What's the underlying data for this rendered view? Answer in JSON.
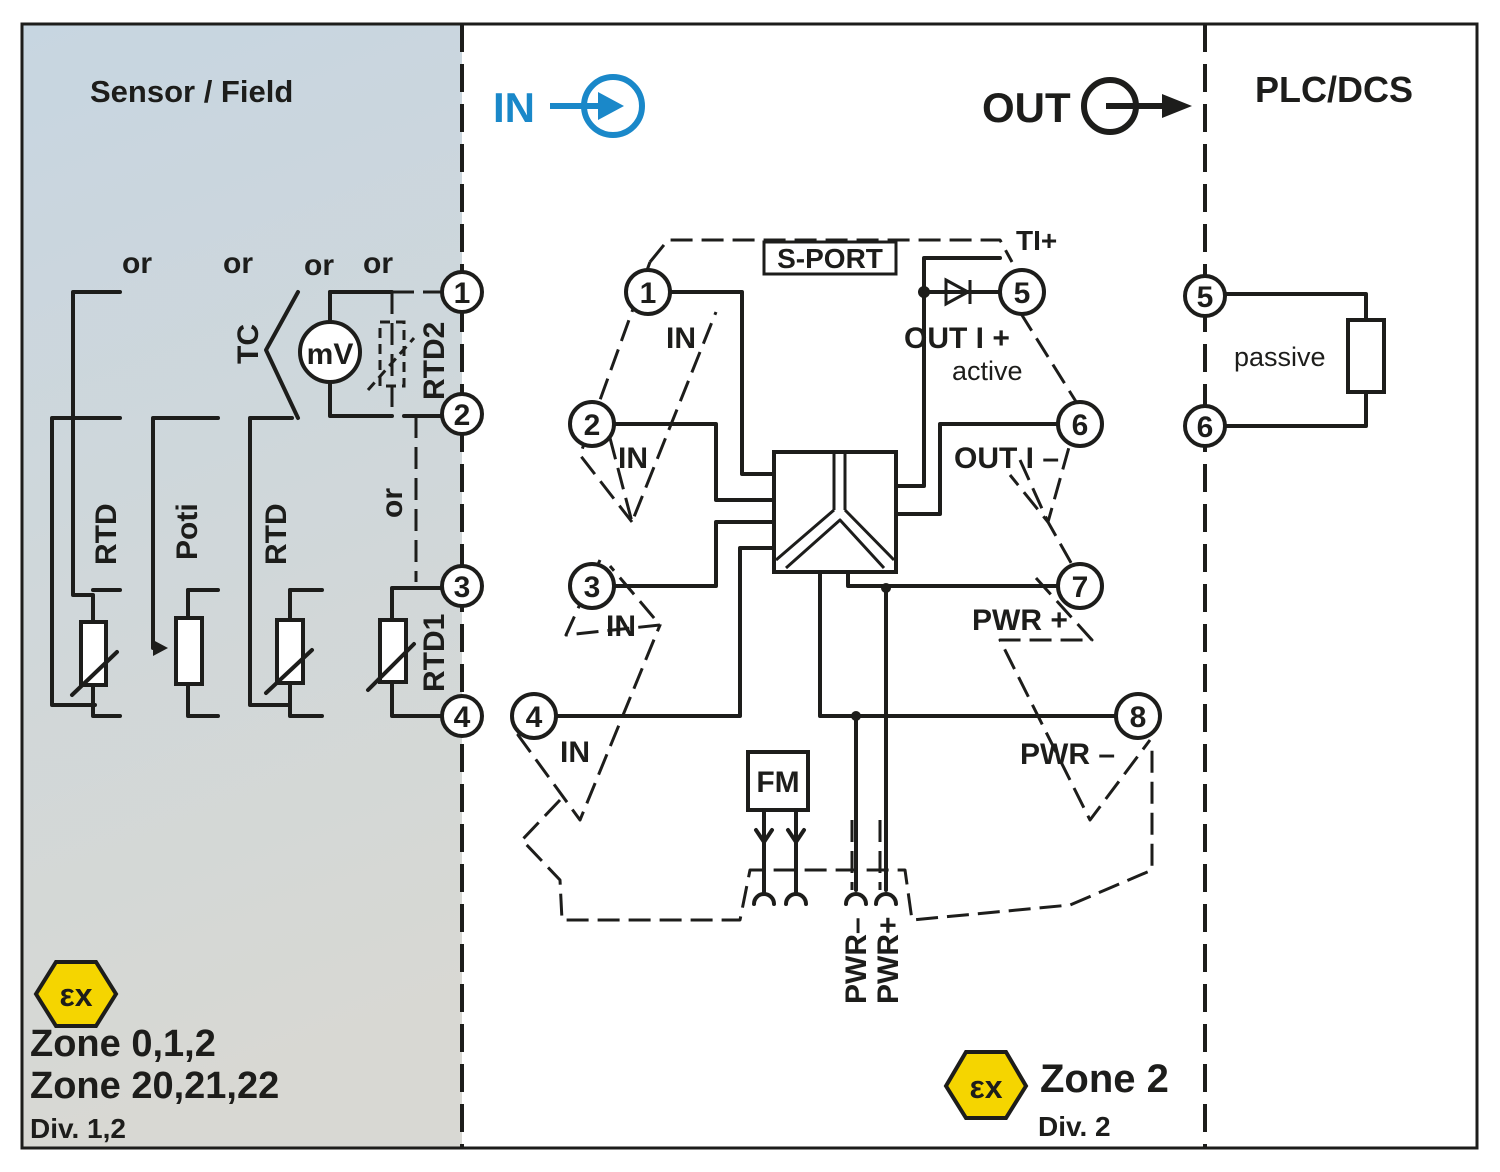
{
  "zones": {
    "sensor_field": "Sensor / Field",
    "in_label": "IN",
    "out_label": "OUT",
    "plc_dcs": "PLC/DCS"
  },
  "sensor_side": {
    "or_labels": [
      "or",
      "or",
      "or",
      "or",
      "or"
    ],
    "tc": "TC",
    "mv": "mV",
    "rtd2": "RTD2",
    "rtd1": "RTD1",
    "rtd_a": "RTD",
    "poti": "Poti",
    "rtd_b": "RTD"
  },
  "terminals_left": [
    "1",
    "2",
    "3",
    "4"
  ],
  "module": {
    "s_port": "S-PORT",
    "ti_plus": "TI+",
    "terminals": [
      "1",
      "2",
      "3",
      "4",
      "5",
      "6",
      "7",
      "8"
    ],
    "in_labels": [
      "IN",
      "IN",
      "IN",
      "IN"
    ],
    "out_i_plus": "OUT I +",
    "active": "active",
    "out_i_minus": "OUT I –",
    "pwr_plus": "PWR +",
    "pwr_minus": "PWR –",
    "fm": "FM",
    "pwr_minus_vert": "PWR–",
    "pwr_plus_vert": "PWR+"
  },
  "plc_side": {
    "terminals": [
      "5",
      "6"
    ],
    "passive": "passive"
  },
  "ex_left": {
    "zone_a": "Zone 0,1,2",
    "zone_b": "Zone 20,21,22",
    "div": "Div. 1,2"
  },
  "ex_right": {
    "zone": "Zone 2",
    "div": "Div. 2"
  },
  "colors": {
    "blue": "#1a88c9",
    "ex_yellow": "#f5d500",
    "field_bg_top": "#c9d7e1",
    "field_bg_bottom": "#d6d6d1"
  }
}
